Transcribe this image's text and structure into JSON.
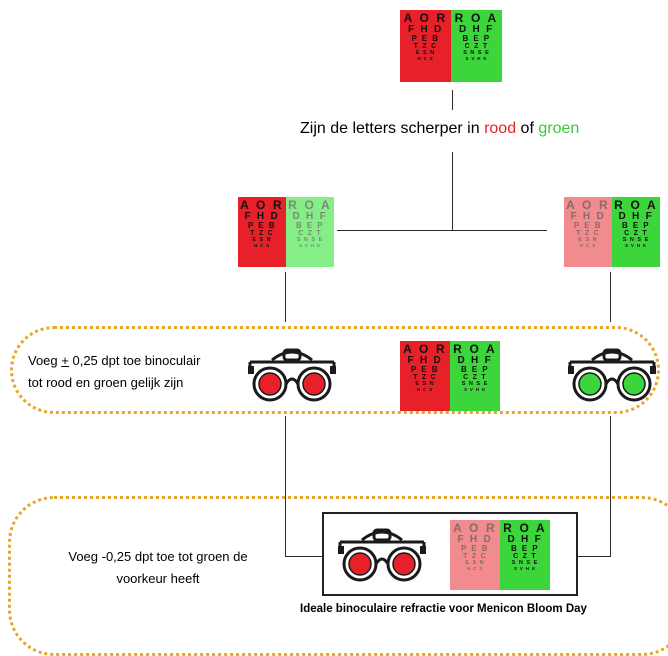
{
  "chart_text": {
    "left_rows": [
      "A O R",
      "F H D",
      "P E B",
      "T Z C",
      "E S N",
      "H C S"
    ],
    "right_rows": [
      "R O A",
      "D H F",
      "B E P",
      "C Z T",
      "S N S E",
      "S V H K"
    ]
  },
  "colors": {
    "red": "#e8202a",
    "green": "#3cd63c",
    "light_red": "#f28b8e",
    "light_green": "#86ee86",
    "lens_red": "#e8202a",
    "lens_green": "#3cd63c",
    "border_dotted": "#e8a52a"
  },
  "question": {
    "prefix": "Zijn de letters scherper in ",
    "red_word": "rood",
    "middle": " of ",
    "green_word": "groen"
  },
  "step1_text": "Voeg ± 0,25 dpt toe binoculair tot rood en groen gelijk zijn",
  "step1_line1": "Voeg ",
  "step1_pm": "+",
  "step1_line1_rest": " 0,25 dpt toe binoculair",
  "step1_line2": "tot rood en groen gelijk zijn",
  "step2_line1": "Voeg  -0,25 dpt toe tot groen de",
  "step2_line2": "voorkeur heeft",
  "result_caption": "Ideale binoculaire refractie voor Menicon Bloom Day",
  "icons": {
    "trial_frame_red": "trial-frame-red-lenses-icon",
    "trial_frame_green": "trial-frame-green-lenses-icon"
  }
}
